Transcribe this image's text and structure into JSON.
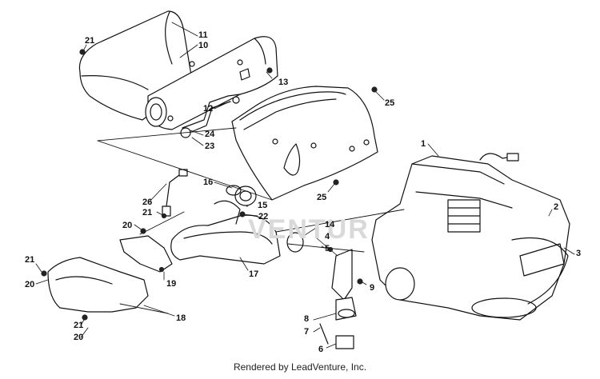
{
  "diagram": {
    "callouts": [
      "21",
      "11",
      "10",
      "13",
      "25",
      "12",
      "24",
      "23",
      "1",
      "16",
      "26",
      "21",
      "15",
      "22",
      "20",
      "25",
      "14",
      "2",
      "4",
      "5",
      "3",
      "21",
      "20",
      "19",
      "17",
      "9",
      "8",
      "18",
      "7",
      "6",
      "21",
      "20"
    ],
    "watermark_text": "VENTUR",
    "footer": "Rendered by LeadVenture, Inc."
  }
}
